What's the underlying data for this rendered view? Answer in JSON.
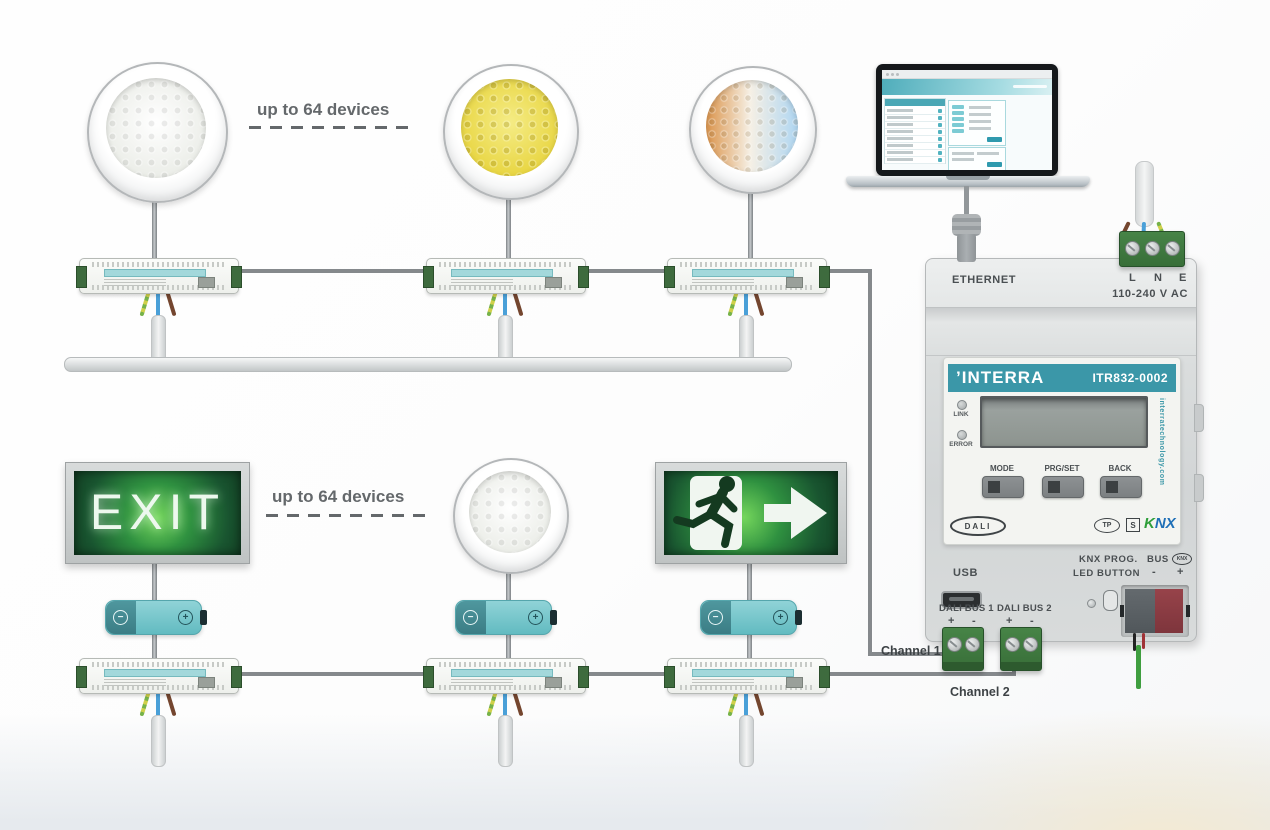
{
  "colors": {
    "accent_teal": "#3B97A8",
    "terminal_green": "#3C7A3C",
    "exit_green": "#2F9140",
    "battery_teal": "#79C7CC",
    "wire_gray": "#85898C",
    "wire_blue": "#4AA0D8",
    "wire_brown": "#74462F",
    "wire_green_yellow": "#76B24A",
    "knx_red": "#7E353C"
  },
  "labels": {
    "group_top": "up to 64 devices",
    "group_bottom": "up to 64 devices",
    "channel_1": "Channel 1",
    "channel_2": "Channel 2"
  },
  "exit_sign": {
    "text": "EXIT"
  },
  "battery": {
    "minus": "−",
    "plus": "+"
  },
  "gateway": {
    "ethernet_label": "ETHERNET",
    "power_l": "L",
    "power_n": "N",
    "power_e": "E",
    "voltage": "110-240 V AC",
    "brand_mark": "’",
    "brand": "INTERRA",
    "model": "ITR832-0002",
    "led_link": "LINK",
    "led_error": "ERROR",
    "btn_mode": "MODE",
    "btn_prg_set": "PRG/SET",
    "btn_back": "BACK",
    "website": "interratechnology.com",
    "logo_dali": "DALI",
    "logo_tp": "TP",
    "logo_s": "S",
    "logo_knx_k": "K",
    "logo_knx_nx": "NX",
    "usb_label": "USB",
    "knx_prog": "KNX PROG.",
    "led_button": "LED BUTTON",
    "bus_label": "BUS",
    "bus_knx_small": "KNX",
    "minus": "-",
    "plus": "+",
    "dali_bus_1": "DALI BUS 1",
    "dali_bus_2": "DALI BUS 2"
  }
}
